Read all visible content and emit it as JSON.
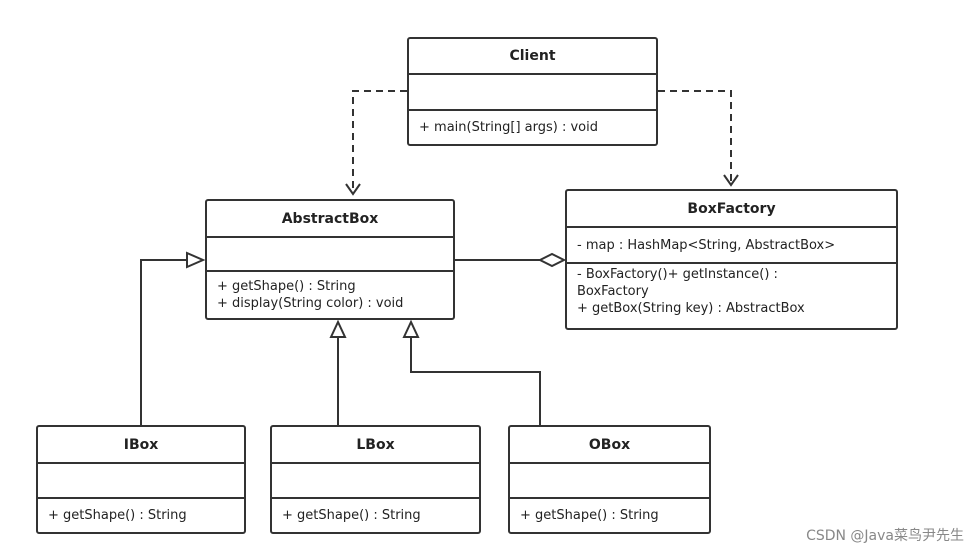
{
  "classes": {
    "client": {
      "name": "Client",
      "attributes": [],
      "methods": [
        "+ main(String[] args) : void"
      ]
    },
    "abstract_box": {
      "name": "AbstractBox",
      "attributes": [],
      "methods": [
        "+ getShape() : String",
        "+ display(String color) : void"
      ]
    },
    "box_factory": {
      "name": "BoxFactory",
      "attributes": [
        "- map : HashMap<String, AbstractBox>"
      ],
      "methods": [
        "- BoxFactory()+ getInstance() : BoxFactory",
        "+ getBox(String key) : AbstractBox"
      ]
    },
    "ibox": {
      "name": "IBox",
      "attributes": [],
      "methods": [
        "+ getShape() : String"
      ]
    },
    "lbox": {
      "name": "LBox",
      "attributes": [],
      "methods": [
        "+ getShape() : String"
      ]
    },
    "obox": {
      "name": "OBox",
      "attributes": [],
      "methods": [
        "+ getShape() : String"
      ]
    }
  },
  "colors": {
    "line": "#333333",
    "watermark": "#888888"
  },
  "watermark": "CSDN @Java菜鸟尹先生"
}
